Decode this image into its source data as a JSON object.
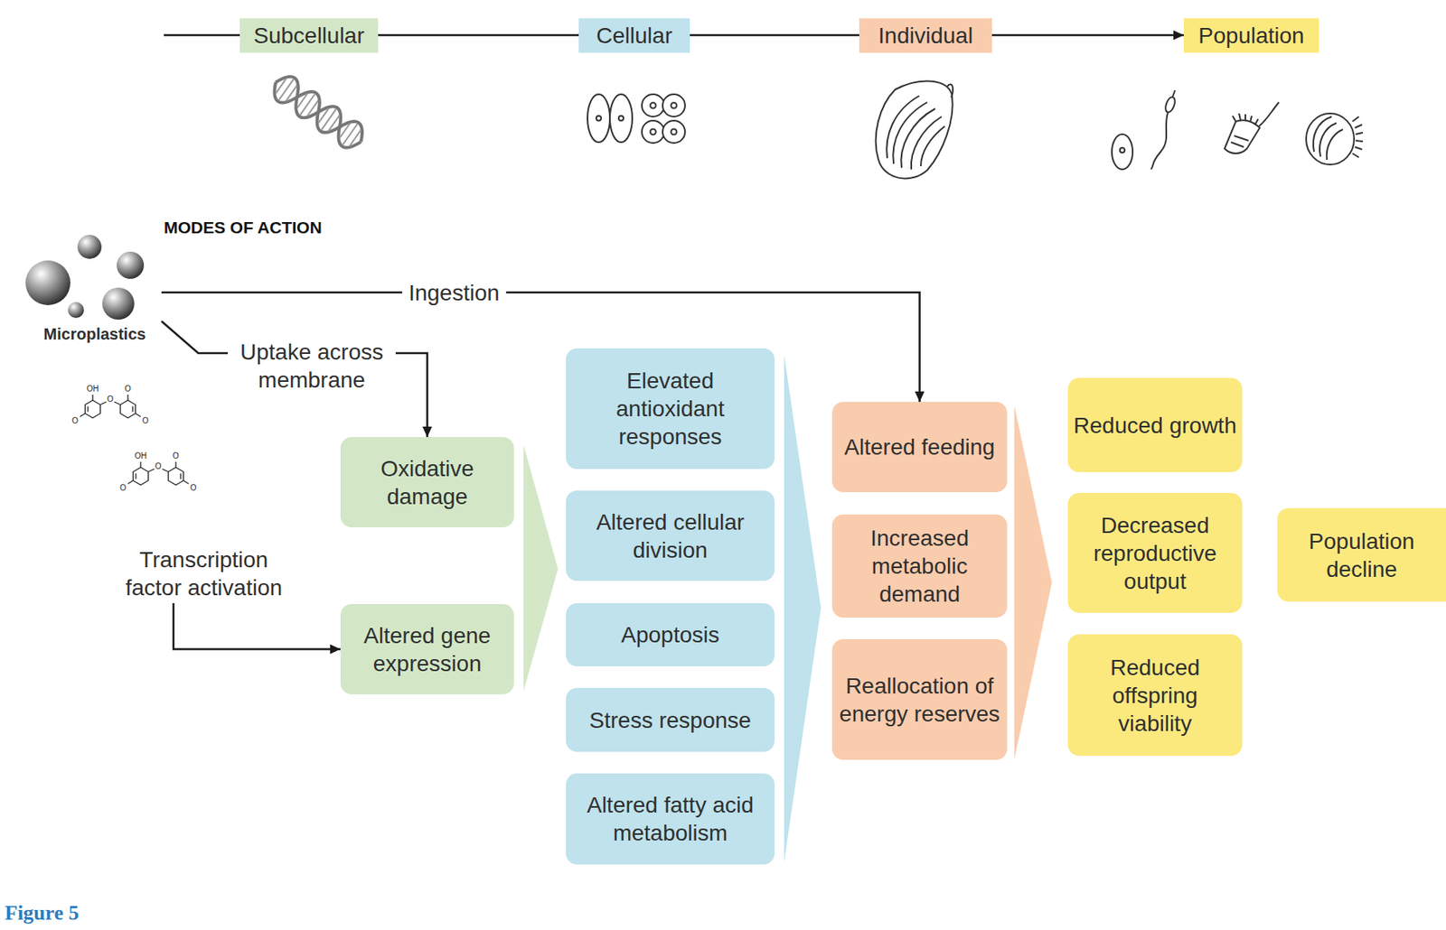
{
  "diagram": {
    "caption": "Figure 5",
    "nodes": [
      {
        "text": [
          "Subcellular"
        ]
      },
      {
        "text": [
          "Cellular"
        ]
      },
      {
        "text": [
          "Individual"
        ]
      },
      {
        "text": [
          "Population"
        ]
      },
      {
        "text": [
          "Microplastics"
        ]
      },
      {
        "text": [
          "Oxidative damage"
        ]
      },
      {
        "text": [
          "Transcription factor activation"
        ]
      },
      {
        "text": [
          "Altered gene expression"
        ]
      },
      {
        "text": [
          "Elevated antioxidant responses"
        ]
      },
      {
        "text": [
          "Altered cellular division"
        ]
      },
      {
        "text": [
          "Apoptosis"
        ]
      },
      {
        "text": [
          "Stress response"
        ]
      },
      {
        "text": [
          "Altered fatty acid metabolism"
        ]
      },
      {
        "text": [
          "Altered feeding"
        ]
      },
      {
        "text": [
          "Increased metabolic demand"
        ]
      },
      {
        "text": [
          "Reallocation of energy reserves"
        ]
      },
      {
        "text": [
          "Reduced growth"
        ]
      },
      {
        "text": [
          "Decreased reproductive output"
        ]
      },
      {
        "text": [
          "Reduced offspring viability"
        ]
      },
      {
        "text": [
          "Population decline"
        ]
      }
    ],
    "edges": [
      {
        "from": 0,
        "to": 1,
        "arrow": "none"
      },
      {
        "from": 1,
        "to": 2,
        "arrow": "none"
      },
      {
        "from": 2,
        "to": 3,
        "arrow": "to"
      },
      {
        "from": 4,
        "to": 13,
        "label": "Ingestion",
        "arrow": "to"
      },
      {
        "from": 4,
        "to": 5,
        "label": "Uptake across membrane",
        "arrow": "to"
      },
      {
        "from": 6,
        "to": 7,
        "arrow": "to"
      }
    ],
    "labels": [
      "MODES OF ACTION",
      "OH",
      "O",
      "O",
      "O",
      "O",
      "OH",
      "O",
      "O",
      "O",
      "O"
    ]
  }
}
